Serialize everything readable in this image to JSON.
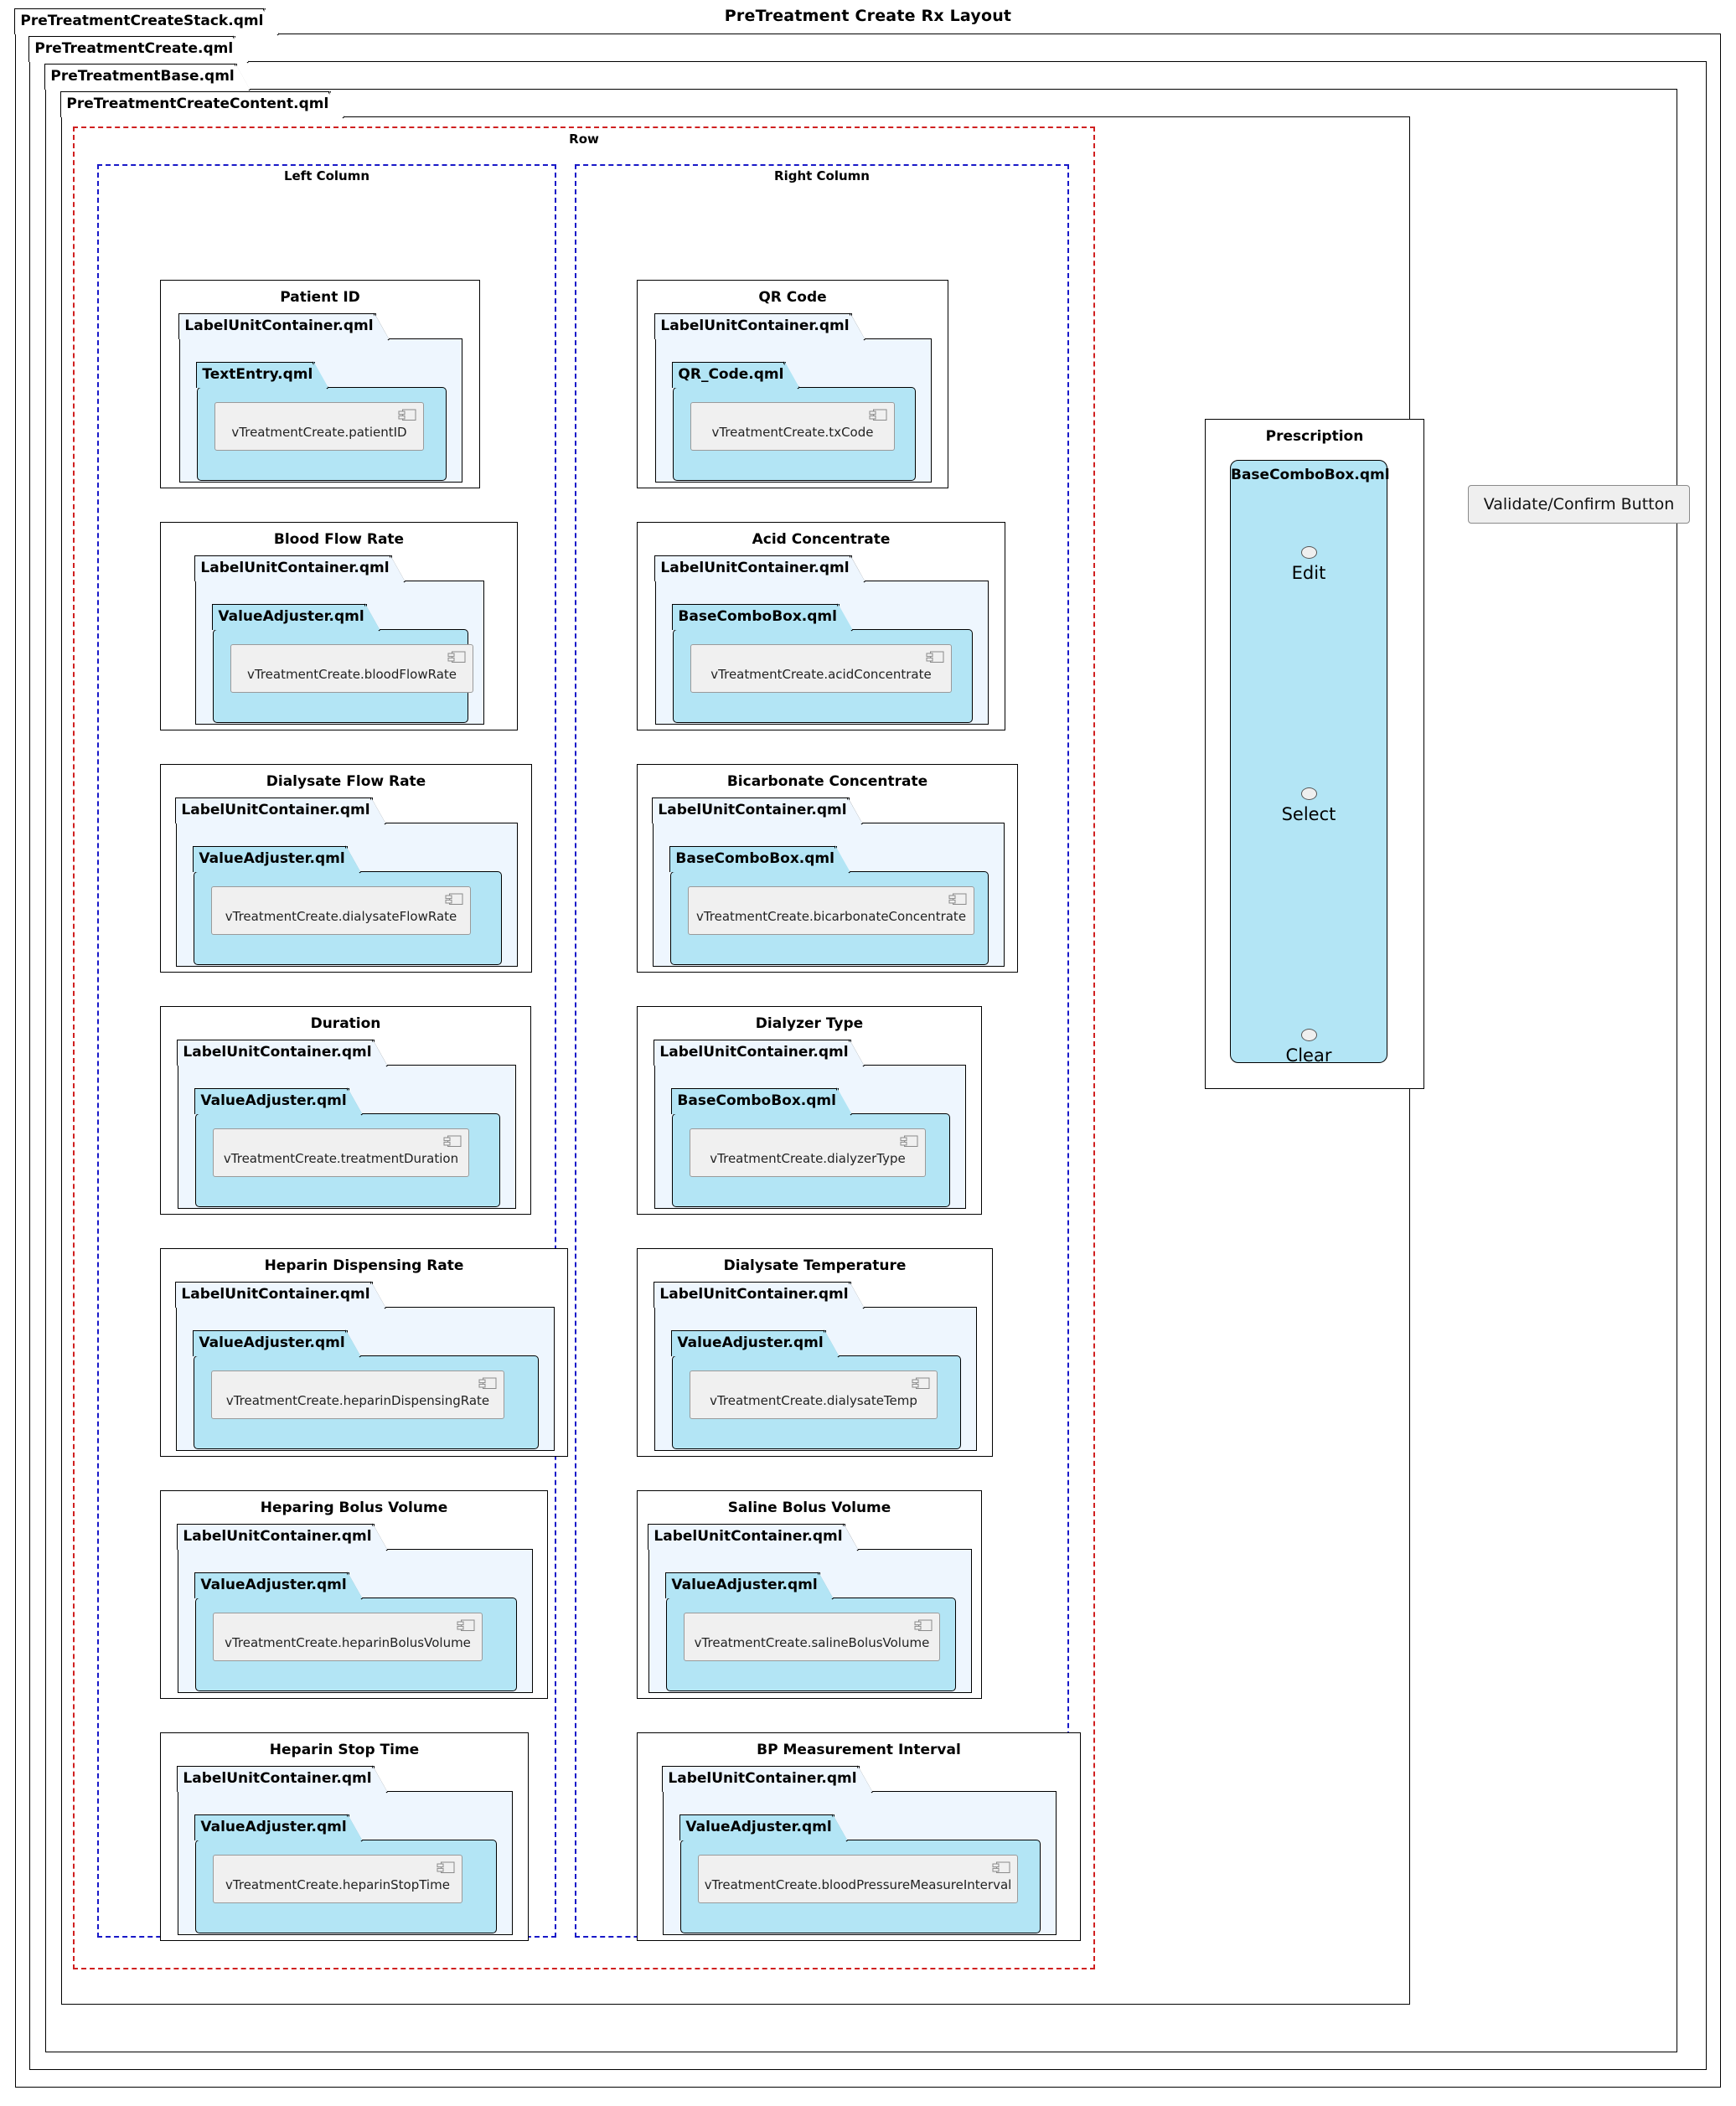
{
  "title": "PreTreatment Create Rx Layout",
  "packages": {
    "stack": "PreTreatmentCreateStack.qml",
    "create": "PreTreatmentCreate.qml",
    "base": "PreTreatmentBase.qml",
    "content": "PreTreatmentCreateContent.qml"
  },
  "groups": {
    "row": "Row",
    "left_column": "Left Column",
    "right_column": "Right Column"
  },
  "common": {
    "label_unit_container": "LabelUnitContainer.qml"
  },
  "left_cards": [
    {
      "title": "Patient ID",
      "container": "LabelUnitContainer.qml",
      "control": "TextEntry.qml",
      "component": "vTreatmentCreate.patientID"
    },
    {
      "title": "Blood Flow Rate",
      "container": "LabelUnitContainer.qml",
      "control": "ValueAdjuster.qml",
      "component": "vTreatmentCreate.bloodFlowRate"
    },
    {
      "title": "Dialysate Flow Rate",
      "container": "LabelUnitContainer.qml",
      "control": "ValueAdjuster.qml",
      "component": "vTreatmentCreate.dialysateFlowRate"
    },
    {
      "title": "Duration",
      "container": "LabelUnitContainer.qml",
      "control": "ValueAdjuster.qml",
      "component": "vTreatmentCreate.treatmentDuration"
    },
    {
      "title": "Heparin Dispensing Rate",
      "container": "LabelUnitContainer.qml",
      "control": "ValueAdjuster.qml",
      "component": "vTreatmentCreate.heparinDispensingRate"
    },
    {
      "title": "Heparing Bolus Volume",
      "container": "LabelUnitContainer.qml",
      "control": "ValueAdjuster.qml",
      "component": "vTreatmentCreate.heparinBolusVolume"
    },
    {
      "title": "Heparin Stop Time",
      "container": "LabelUnitContainer.qml",
      "control": "ValueAdjuster.qml",
      "component": "vTreatmentCreate.heparinStopTime"
    }
  ],
  "right_cards": [
    {
      "title": "QR Code",
      "container": "LabelUnitContainer.qml",
      "control": "QR_Code.qml",
      "component": "vTreatmentCreate.txCode"
    },
    {
      "title": "Acid Concentrate",
      "container": "LabelUnitContainer.qml",
      "control": "BaseComboBox.qml",
      "component": "vTreatmentCreate.acidConcentrate"
    },
    {
      "title": "Bicarbonate Concentrate",
      "container": "LabelUnitContainer.qml",
      "control": "BaseComboBox.qml",
      "component": "vTreatmentCreate.bicarbonateConcentrate"
    },
    {
      "title": "Dialyzer Type",
      "container": "LabelUnitContainer.qml",
      "control": "BaseComboBox.qml",
      "component": "vTreatmentCreate.dialyzerType"
    },
    {
      "title": "Dialysate Temperature",
      "container": "LabelUnitContainer.qml",
      "control": "ValueAdjuster.qml",
      "component": "vTreatmentCreate.dialysateTemp"
    },
    {
      "title": "Saline Bolus Volume",
      "container": "LabelUnitContainer.qml",
      "control": "ValueAdjuster.qml",
      "component": "vTreatmentCreate.salineBolusVolume"
    },
    {
      "title": "BP Measurement Interval",
      "container": "LabelUnitContainer.qml",
      "control": "ValueAdjuster.qml",
      "component": "vTreatmentCreate.bloodPressureMeasureInterval"
    }
  ],
  "prescription": {
    "title": "Prescription",
    "combo_title": "BaseComboBox.qml",
    "items": [
      "Edit",
      "Select",
      "Clear"
    ]
  },
  "validate_button": "Validate/Confirm Button",
  "colors": {
    "package_outer_fill": "#eef6fe",
    "package_inner_fill": "#b3e5f5",
    "component_fill": "#f0f0f0",
    "row_border": "#d02020",
    "column_border": "#1818c8",
    "button_fill": "#efefef"
  }
}
